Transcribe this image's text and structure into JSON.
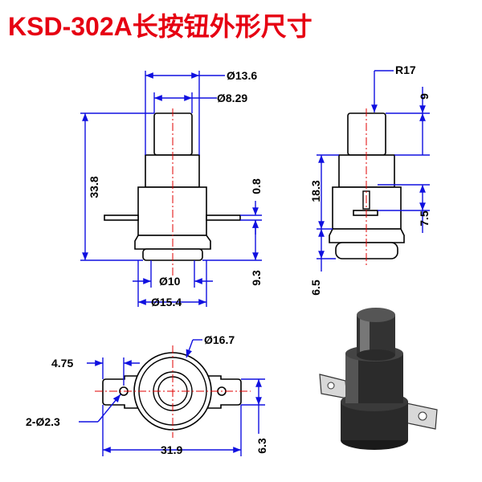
{
  "title": "KSD-302A长按钮外形尺寸",
  "dimensions": {
    "d_13_6": "Ø13.6",
    "d_8_29": "Ø8.29",
    "h_33_8": "33.8",
    "t_0_8": "0.8",
    "h_9_3": "9.3",
    "d_10": "Ø10",
    "d_15_4": "Ø15.4",
    "r_17": "R17",
    "h_9": "9",
    "h_18_3": "18.3",
    "h_7_5": "7.5",
    "h_6_5": "6.5",
    "d_16_7": "Ø16.7",
    "w_4_75": "4.75",
    "holes": "2-Ø2.3",
    "w_31_9": "31.9",
    "h_6_3": "6.3"
  },
  "colors": {
    "title": "#e60012",
    "dimension_lines": "#1010e0",
    "center_lines": "#e00000"
  }
}
